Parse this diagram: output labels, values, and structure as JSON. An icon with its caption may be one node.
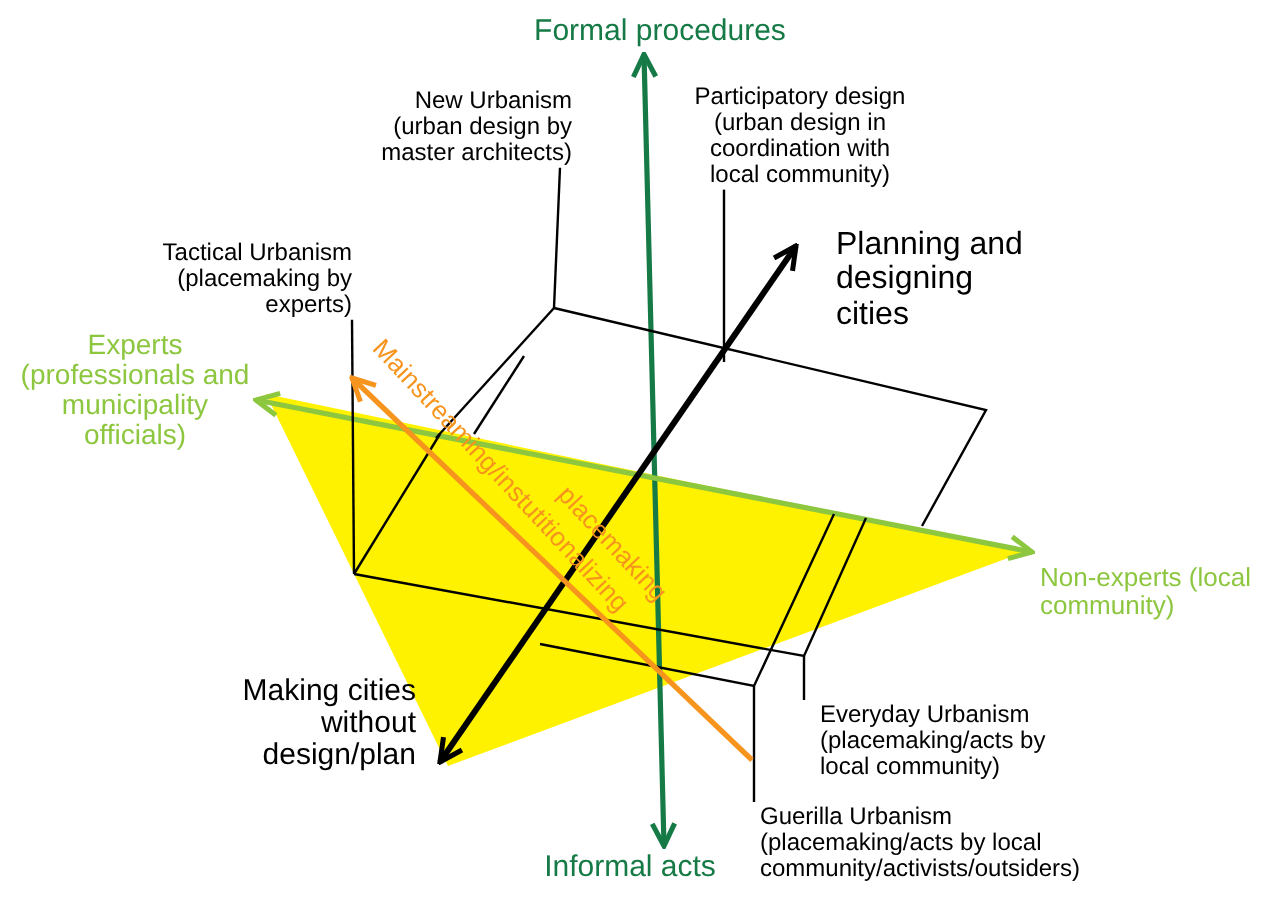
{
  "diagram": {
    "nodes": [
      {
        "text": [
          "Formal procedures"
        ]
      },
      {
        "text": [
          "Informal acts"
        ]
      },
      {
        "text": [
          "Experts (professionals and municipality officials)"
        ]
      },
      {
        "text": [
          "Non-experts (local community)"
        ]
      },
      {
        "text": [
          "Planning and designing cities"
        ]
      },
      {
        "text": [
          "Making cities without design/plan"
        ]
      },
      {
        "text": [
          "New Urbanism",
          "(urban design by master architects)"
        ]
      },
      {
        "text": [
          "Participatory design",
          "(urban design in coordination with local community)"
        ]
      },
      {
        "text": [
          "Tactical Urbanism",
          "(placemaking by experts)"
        ]
      },
      {
        "text": [
          "Everyday Urbanism",
          "(placemaking/acts by local community)"
        ]
      },
      {
        "text": [
          "Guerilla Urbanism",
          "(placemaking/acts by local community/activists/outsiders)"
        ]
      }
    ],
    "edges": [
      {
        "from": 0,
        "to": 1,
        "arrow": "both",
        "color": "#157a46"
      },
      {
        "from": 2,
        "to": 3,
        "arrow": "both",
        "color": "#8dc63f"
      },
      {
        "from": 4,
        "to": 5,
        "arrow": "both",
        "style": "thick"
      },
      {
        "from": 6,
        "to": null,
        "arrow": "none"
      },
      {
        "from": 7,
        "to": null,
        "arrow": "none"
      },
      {
        "from": 8,
        "to": null,
        "arrow": "none"
      },
      {
        "from": 9,
        "to": null,
        "arrow": "none"
      },
      {
        "from": 10,
        "to": null,
        "arrow": "none"
      }
    ],
    "labels": [
      "Mainstreaming/instutitionalizing",
      "placemaking"
    ]
  }
}
